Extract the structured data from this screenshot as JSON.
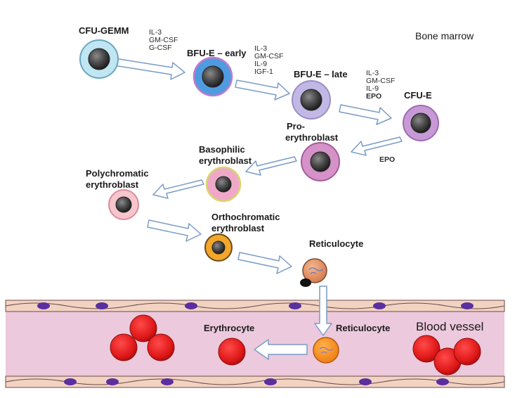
{
  "region_labels": {
    "bone_marrow": "Bone marrow",
    "blood_vessel": "Blood vessel"
  },
  "cells": {
    "cfu_gemm": "CFU-GEMM",
    "bfu_e_early": "BFU-E – early",
    "bfu_e_late": "BFU-E – late",
    "cfu_e": "CFU-E",
    "proerythroblast": [
      "Pro-",
      "erythroblast"
    ],
    "basophilic": [
      "Basophilic",
      "erythroblast"
    ],
    "polychromatic": [
      "Polychromatic",
      "erythroblast"
    ],
    "orthochromatic": [
      "Orthochromatic",
      "erythroblast"
    ],
    "reticulocyte_marrow": "Reticulocyte",
    "reticulocyte_vessel": "Reticulocyte",
    "erythrocyte": "Erythrocyte"
  },
  "factors": {
    "step1": [
      "IL-3",
      "GM-CSF",
      "G-CSF"
    ],
    "step2": [
      "IL-3",
      "GM-CSF",
      "IL-9",
      "IGF-1"
    ],
    "step3": [
      "IL-3",
      "GM-CSF",
      "IL-9",
      "EPO"
    ],
    "step4": "EPO"
  },
  "colors": {
    "cfu_gemm": "#bfe6f2",
    "bfu_e_early": "#4f9be0",
    "bfu_e_late": "#c2b8e6",
    "cfu_e": "#c79ad6",
    "proerythroblast": "#d592c9",
    "basophilic": "#f0a8c8",
    "polychromatic": "#f6c6cc",
    "orthochromatic": "#f2a72a",
    "reticulocyte": "#e8946a",
    "erythrocyte": "#e01818",
    "vessel": "#ecc9dc",
    "endothelial_nucleus": "#5a2fa0"
  }
}
